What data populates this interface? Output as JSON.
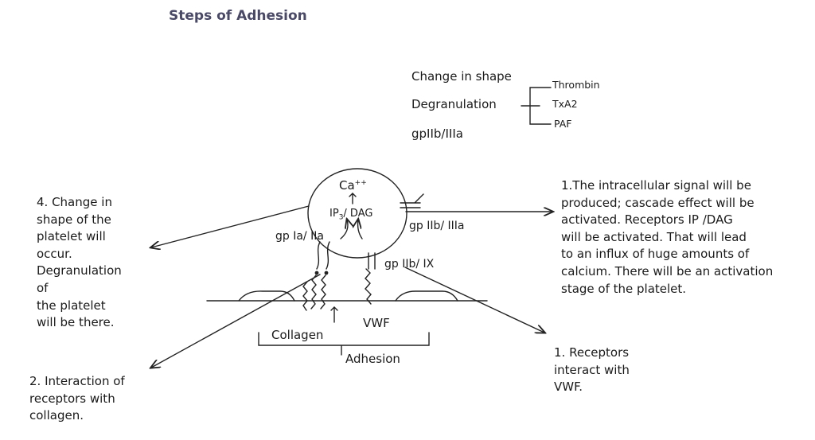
{
  "title": "Steps of Adhesion",
  "shape_change": {
    "items": [
      "Change in shape",
      "Degranulation",
      "gpIIb/IIIa"
    ],
    "mediators": [
      "Thrombin",
      "TxA2",
      "PAF"
    ]
  },
  "cell_labels": {
    "ca": "Ca",
    "ca_sup": "++",
    "ip_prefix": "IP",
    "ip_sub": "3",
    "ip_suffix": "/ DAG",
    "gp_ia_iia": "gp Ia/ IIa",
    "gp_iib_iiia": "gp IIb/ IIIa",
    "gp_iib_ix": "gp IIb/ IX",
    "vwf": "VWF",
    "collagen": "Collagen",
    "adhesion": "Adhesion"
  },
  "notes": {
    "step1_signal": [
      "1.The intracellular signal will be",
      "produced; cascade effect will be",
      "activated. Receptors IP  /DAG",
      "will be activated. That will lead",
      "to an influx of huge amounts of",
      "calcium. There will be an activation",
      "stage of the platelet."
    ],
    "step4_shape": [
      "4. Change in",
      "shape of the",
      "platelet will",
      "occur.",
      "Degranulation",
      "of",
      "the platelet",
      "will be there."
    ],
    "step2_collagen": [
      "2. Interaction of",
      "receptors with",
      "collagen."
    ],
    "step1_vwf": [
      "1. Receptors",
      "interact with",
      "VWF."
    ]
  }
}
